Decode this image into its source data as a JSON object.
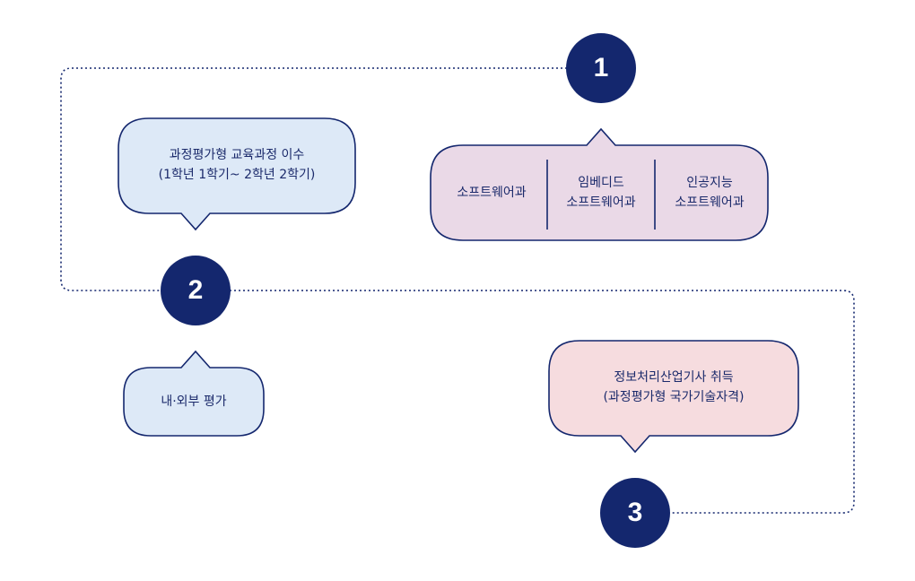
{
  "steps": [
    {
      "number": "1",
      "departments": [
        "소프트웨어과",
        "임베디드\n소프트웨어과",
        "인공지능\n소프트웨어과"
      ]
    },
    {
      "number": "2",
      "course_line1": "과정평가형 교육과정 이수",
      "course_line2": "(1학년 1학기~ 2학년 2학기)",
      "evaluation": "내·외부 평가"
    },
    {
      "number": "3",
      "cert_line1": "정보처리산업기사 취득",
      "cert_line2": "(과정평가형 국가기술자격)"
    }
  ],
  "colors": {
    "navy": "#14276e",
    "blue_bubble": "#dde9f7",
    "lilac_bubble": "#ead9e7",
    "pink_bubble": "#f6dcdf"
  }
}
